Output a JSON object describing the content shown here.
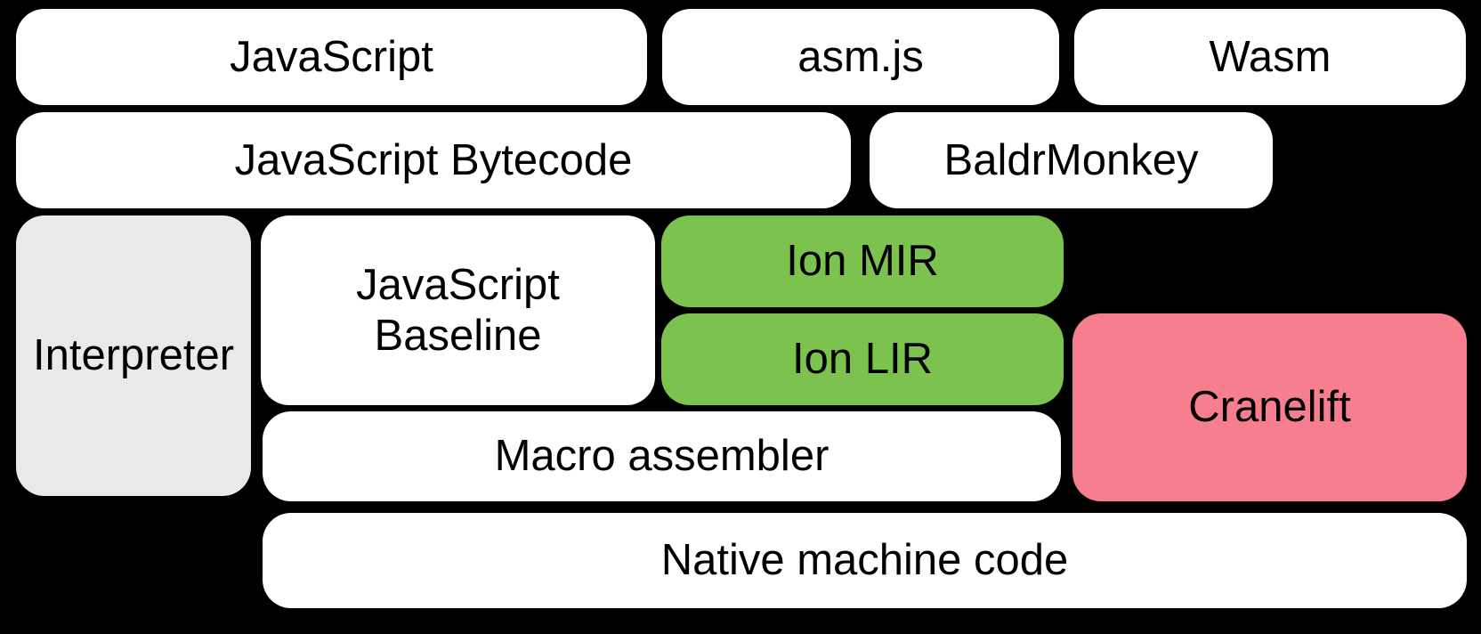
{
  "colors": {
    "background": "#000000",
    "box_default": "#ffffff",
    "interpreter_gray": "#e9e9e9",
    "ion_green": "#7cc24e",
    "cranelift_pink": "#f77e8e",
    "text": "#000000"
  },
  "boxes": {
    "javascript": {
      "label": "JavaScript"
    },
    "asmjs": {
      "label": "asm.js"
    },
    "wasm": {
      "label": "Wasm"
    },
    "js_bytecode": {
      "label": "JavaScript Bytecode"
    },
    "baldrmonkey": {
      "label": "BaldrMonkey"
    },
    "interpreter": {
      "label": "Interpreter"
    },
    "js_baseline": {
      "label": "JavaScript Baseline"
    },
    "ion_mir": {
      "label": "Ion MIR"
    },
    "ion_lir": {
      "label": "Ion LIR"
    },
    "cranelift": {
      "label": "Cranelift"
    },
    "macro_assembler": {
      "label": "Macro assembler"
    },
    "native_machine_code": {
      "label": "Native machine code"
    }
  }
}
